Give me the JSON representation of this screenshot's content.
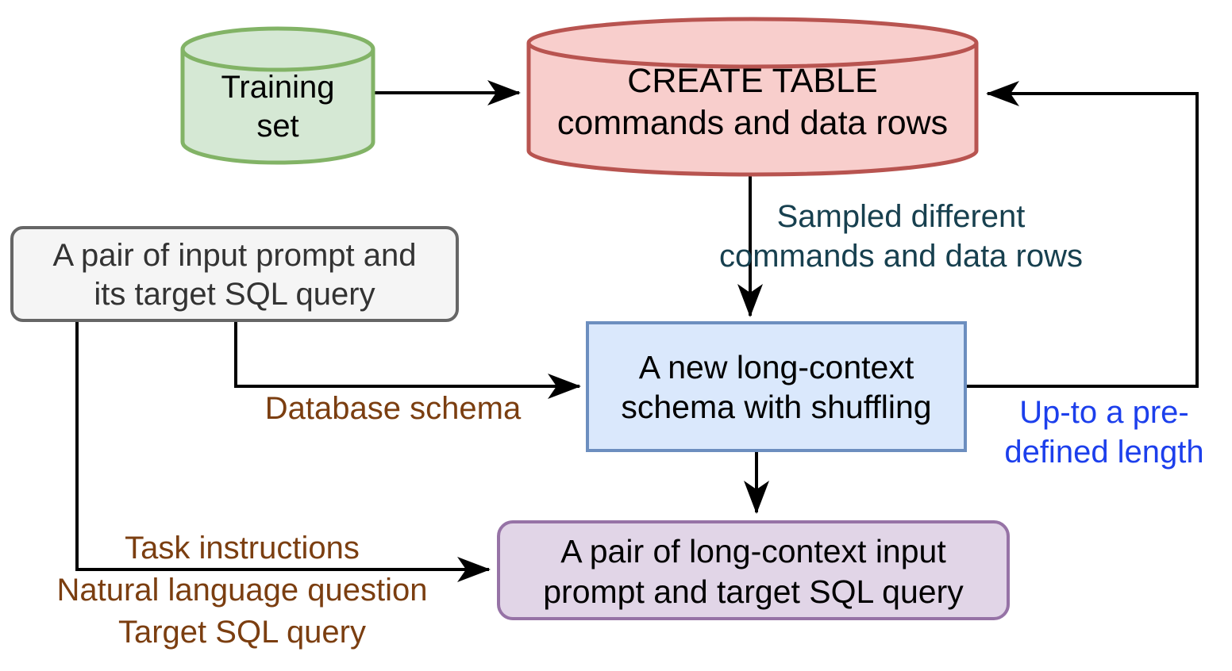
{
  "diagram": {
    "title_hint": "data pipeline flowchart for building long-context text-to-SQL training pairs",
    "nodes": {
      "training_set": {
        "label": "Training\nset",
        "fill": "#d5e8d4",
        "stroke": "#82b366",
        "shape": "cylinder"
      },
      "create_table": {
        "label": "CREATE TABLE\ncommands and data rows",
        "fill": "#f8cecc",
        "stroke": "#b85450",
        "shape": "cylinder"
      },
      "input_pair": {
        "label": "A pair of input prompt and\nits target SQL query",
        "fill": "#f5f5f5",
        "stroke": "#666666",
        "shape": "rounded-rect"
      },
      "schema_box": {
        "label": "A new long-context\nschema with shuffling",
        "fill": "#dae8fc",
        "stroke": "#6c8ebf",
        "shape": "rect"
      },
      "output_pair": {
        "label": "A pair of long-context input\nprompt and target SQL query",
        "fill": "#e1d5e7",
        "stroke": "#9673a6",
        "shape": "rounded-rect"
      }
    },
    "edge_labels": {
      "sampled": {
        "text": "Sampled different\ncommands and data rows",
        "color": "#17404F"
      },
      "database_schema": {
        "text": "Database schema",
        "color": "#7B3E10"
      },
      "upto": {
        "text": "Up-to a pre-\ndefined length",
        "color": "#1C3FEC"
      },
      "task_lines": {
        "text": "Task instructions\nNatural language question\nTarget SQL query",
        "color": "#7B3E10"
      }
    },
    "edges": [
      {
        "from": "training_set",
        "to": "create_table"
      },
      {
        "from": "create_table",
        "to": "schema_box",
        "label": "sampled"
      },
      {
        "from": "input_pair",
        "to": "schema_box",
        "label": "database_schema"
      },
      {
        "from": "schema_box",
        "to": "create_table",
        "label": "upto"
      },
      {
        "from": "input_pair",
        "to": "output_pair",
        "label": "task_lines"
      },
      {
        "from": "schema_box",
        "to": "output_pair"
      }
    ],
    "arrow_color": "#000000"
  }
}
